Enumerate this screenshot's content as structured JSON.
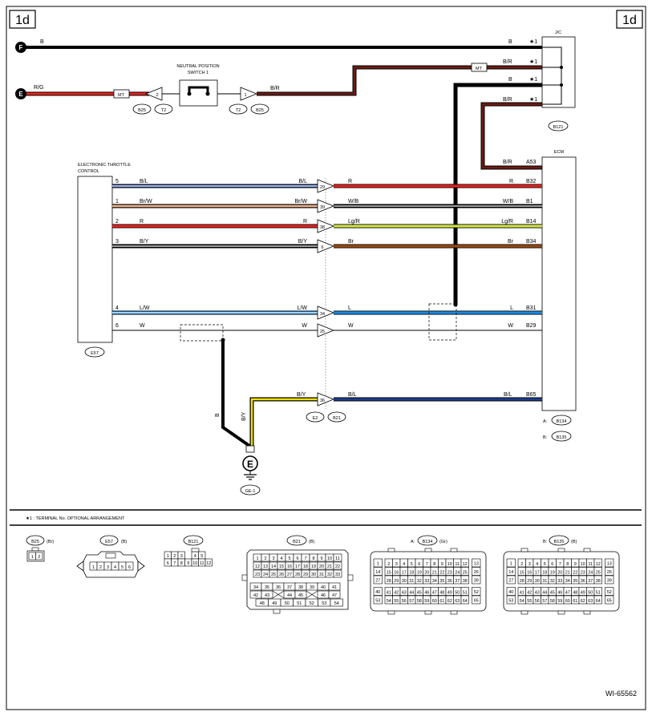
{
  "page": {
    "section_tag": "1d",
    "doc_code": "WI-65562",
    "footnote": "★1  : TERMINAL No. OPTIONAL ARRANGEMENT"
  },
  "components": {
    "jc": {
      "label": "J/C",
      "connector": "B121"
    },
    "ecm": {
      "label": "ECM",
      "conn_a": "A:",
      "conn_a_id": "B134",
      "conn_b": "B:",
      "conn_b_id": "B135"
    },
    "etc": {
      "label_line1": "ELECTRONIC THROTTLE",
      "label_line2": "CONTROL",
      "connector": "E57"
    },
    "nps": {
      "label_line1": "NEUTRAL POSITION",
      "label_line2": "SWITCH 1"
    },
    "ground": {
      "symbol": "E",
      "id": "GE-1"
    }
  },
  "terminals": {
    "f": "F",
    "e": "E"
  },
  "top_wires": {
    "f_color": "B",
    "f_color_jc": "B",
    "f_star": "★1",
    "e_color": "R/G",
    "mt1": "MT",
    "conn_b25_pin": "2",
    "conn_b25": "B25",
    "conn_t2": "T2",
    "conn_t2_pin": "1",
    "conn_t2b": "T2",
    "conn_b25b": "B25",
    "nps_out_color": "B/R",
    "jc2_color": "B/R",
    "mt2": "MT",
    "jc2_star": "★1",
    "jc3_color": "B",
    "jc3_star": "★1",
    "jc4_color": "B/R",
    "jc4_star": "★1",
    "ecm_a53_color": "B/R",
    "ecm_a53": "A53"
  },
  "signal_rows": [
    {
      "etc_pin": "5",
      "etc_color": "B/L",
      "in_color": "B/L",
      "junction": "29",
      "out_color": "R",
      "ecm_color": "R",
      "ecm_pin": "B32"
    },
    {
      "etc_pin": "1",
      "etc_color": "Br/W",
      "in_color": "Br/W",
      "junction": "39",
      "out_color": "W/B",
      "ecm_color": "W/B",
      "ecm_pin": "B1"
    },
    {
      "etc_pin": "2",
      "etc_color": "R",
      "in_color": "R",
      "junction": "38",
      "out_color": "Lg/R",
      "ecm_color": "Lg/R",
      "ecm_pin": "B14"
    },
    {
      "etc_pin": "3",
      "etc_color": "B/Y",
      "in_color": "B/Y",
      "junction": "6",
      "out_color": "Br",
      "ecm_color": "Br",
      "ecm_pin": "B34"
    },
    {
      "etc_pin": "4",
      "etc_color": "L/W",
      "in_color": "L/W",
      "junction": "34",
      "out_color": "L",
      "ecm_color": "L",
      "ecm_pin": "B31"
    },
    {
      "etc_pin": "6",
      "etc_color": "W",
      "in_color": "W",
      "junction": "25",
      "out_color": "W",
      "ecm_color": "W",
      "ecm_pin": "B29"
    }
  ],
  "ground_row": {
    "in_color": "B/Y",
    "junction": "36",
    "out_color": "B/L",
    "ecm_color": "B/L",
    "ecm_pin": "B65",
    "conn_e2": "E2",
    "conn_b21": "B21",
    "wire_b": "B",
    "wire_by": "B/Y"
  },
  "connector_views": {
    "b25": {
      "id": "B25",
      "color": "(Br)",
      "pins": [
        "1",
        "2"
      ]
    },
    "e57": {
      "id": "E57",
      "color": "(B)",
      "pins": [
        "1",
        "2",
        "3",
        "4",
        "5",
        "6"
      ]
    },
    "b121": {
      "id": "B121",
      "row1": [
        "1",
        "2",
        "3",
        "",
        "4",
        "5"
      ],
      "row2": [
        "6",
        "7",
        "8",
        "9",
        "10",
        "11",
        "12"
      ]
    },
    "b21": {
      "id": "B21",
      "color": "(B)",
      "row1": [
        "1",
        "2",
        "3",
        "4",
        "5",
        "6",
        "7",
        "8",
        "9",
        "10",
        "11"
      ],
      "row2": [
        "12",
        "13",
        "14",
        "15",
        "16",
        "17",
        "18",
        "19",
        "20",
        "21",
        "22"
      ],
      "row3": [
        "23",
        "24",
        "25",
        "26",
        "27",
        "28",
        "29",
        "30",
        "31",
        "32",
        "33"
      ],
      "row4": [
        "34",
        "35",
        "36",
        "37",
        "38",
        "39",
        "40",
        "41"
      ],
      "row5": [
        "42",
        "43",
        "44",
        "45",
        "46",
        "47"
      ],
      "row6": [
        "48",
        "49",
        "50",
        "51",
        "52",
        "53",
        "54"
      ]
    },
    "b134": {
      "prefix": "A:",
      "id": "B134",
      "color": "(Gr)",
      "left": [
        "1",
        "14",
        "27",
        "40",
        "53"
      ],
      "right": [
        "13",
        "26",
        "39",
        "52",
        "65"
      ],
      "r1": [
        "2",
        "3",
        "4",
        "5",
        "6",
        "7",
        "8",
        "9",
        "10",
        "11",
        "12"
      ],
      "r2": [
        "15",
        "16",
        "17",
        "18",
        "19",
        "20",
        "21",
        "22",
        "23",
        "24",
        "25"
      ],
      "r3": [
        "28",
        "29",
        "30",
        "31",
        "32",
        "33",
        "34",
        "35",
        "36",
        "37",
        "38"
      ],
      "r4": [
        "41",
        "42",
        "43",
        "44",
        "45",
        "46",
        "47",
        "48",
        "49",
        "50",
        "51"
      ],
      "r5": [
        "54",
        "55",
        "56",
        "57",
        "58",
        "59",
        "60",
        "61",
        "62",
        "63",
        "64"
      ]
    },
    "b135": {
      "prefix": "B:",
      "id": "B135",
      "color": "(B)",
      "left": [
        "1",
        "14",
        "27",
        "40",
        "53"
      ],
      "right": [
        "13",
        "26",
        "39",
        "52",
        "65"
      ],
      "r1": [
        "2",
        "3",
        "4",
        "5",
        "6",
        "7",
        "8",
        "9",
        "10",
        "11",
        "12"
      ],
      "r2": [
        "15",
        "16",
        "17",
        "18",
        "19",
        "20",
        "21",
        "22",
        "23",
        "24",
        "25"
      ],
      "r3": [
        "28",
        "29",
        "30",
        "31",
        "32",
        "33",
        "34",
        "35",
        "36",
        "37",
        "38"
      ],
      "r4": [
        "41",
        "42",
        "43",
        "44",
        "45",
        "46",
        "47",
        "48",
        "49",
        "50",
        "51"
      ],
      "r5": [
        "54",
        "55",
        "56",
        "57",
        "58",
        "59",
        "60",
        "61",
        "62",
        "63",
        "64"
      ]
    }
  },
  "wire_colors": {
    "black": "#000000",
    "red": "#e8231f",
    "blue": "#1a8ae0",
    "brown": "#9a4a14",
    "yellow": "#f2e200",
    "navy": "#1c3d8f",
    "lightgreen": "#b8e070",
    "darkred": "#6b1b14",
    "white": "#ffffff"
  }
}
